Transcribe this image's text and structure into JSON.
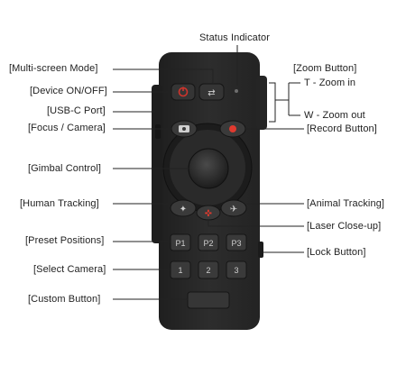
{
  "diagram": {
    "labels": {
      "status_indicator": "Status Indicator",
      "multi_screen_mode": "[Multi-screen Mode]",
      "device_on_off": "[Device ON/OFF]",
      "usb_c_port": "[USB-C Port]",
      "focus_camera": "[Focus / Camera]",
      "gimbal_control": "[Gimbal Control]",
      "human_tracking": "[Human Tracking]",
      "preset_positions": "[Preset Positions]",
      "select_camera": "[Select Camera]",
      "custom_button": "[Custom Button]",
      "zoom_button": "[Zoom Button]",
      "zoom_in": "T - Zoom in",
      "zoom_out": "W - Zoom out",
      "record_button": "[Record Button]",
      "animal_tracking": "[Animal Tracking]",
      "laser_close_up": "[Laser Close-up]",
      "lock_button": "[Lock Button]"
    },
    "keys": {
      "preset_1": "P1",
      "preset_2": "P2",
      "preset_3": "P3",
      "camera_1": "1",
      "camera_2": "2",
      "camera_3": "3"
    },
    "colors": {
      "remote_body": "#2b2b2b",
      "button_face": "#3a3a3a",
      "power_icon": "#d0342c",
      "record_dot": "#e03a2f",
      "line": "#222222"
    }
  }
}
